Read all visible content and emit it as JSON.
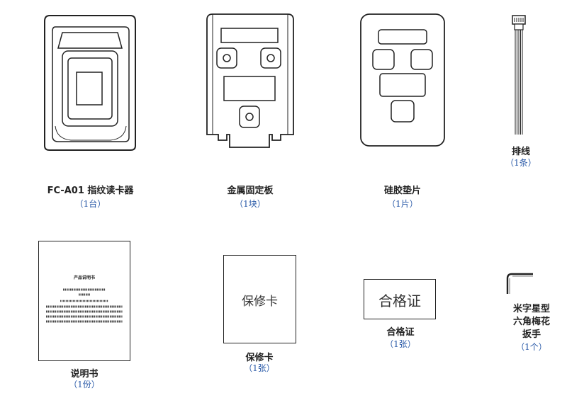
{
  "items": [
    {
      "name": "FC-A01 指纹读卡器",
      "qty": "（1台）"
    },
    {
      "name": "金属固定板",
      "qty": "（1块）"
    },
    {
      "name": "硅胶垫片",
      "qty": "（1片）"
    },
    {
      "name": "排线",
      "qty": "（1条）"
    },
    {
      "name": "说明书",
      "qty": "（1份）",
      "doc_title": "产品说明书"
    },
    {
      "name": "保修卡",
      "qty": "（1张）",
      "card_text": "保修卡"
    },
    {
      "name": "合格证",
      "qty": "（1张）",
      "card_text": "合格证"
    },
    {
      "name_lines": [
        "米字星型",
        "六角梅花",
        "扳手"
      ],
      "qty": "（1个）"
    }
  ]
}
